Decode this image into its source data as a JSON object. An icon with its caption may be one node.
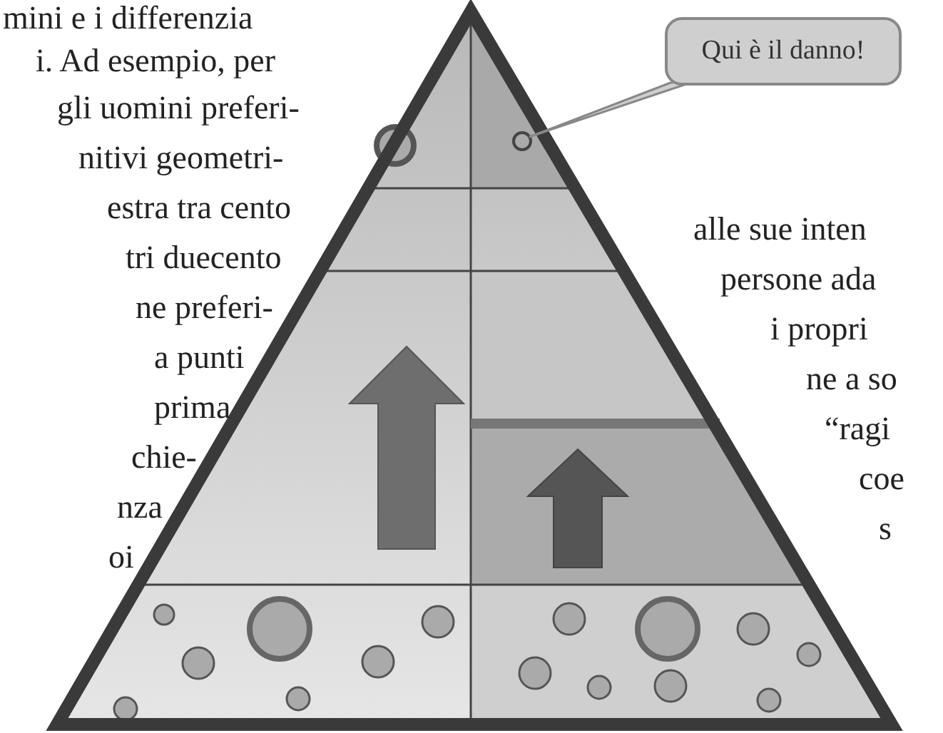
{
  "diagram": {
    "nodes": [
      {
        "text": [
          "Qui è il danno!"
        ]
      },
      {
        "text": [],
        "shape": "circle"
      }
    ],
    "edges": [
      {
        "from": 0,
        "to": 1,
        "arrow": "none"
      }
    ],
    "labels": [
      "mini e i differenzia",
      "i. Ad esempio, per",
      "gli uomini preferi-",
      "nitivi geometri-",
      "estra tra cento",
      "tri duecento",
      "alle sue inten",
      "ne preferi-",
      "persone ada",
      "a punti",
      "i propri",
      "prima",
      "ne a so",
      "chie-",
      "“ragi",
      "nza",
      "coe",
      "oi",
      "s"
    ]
  }
}
